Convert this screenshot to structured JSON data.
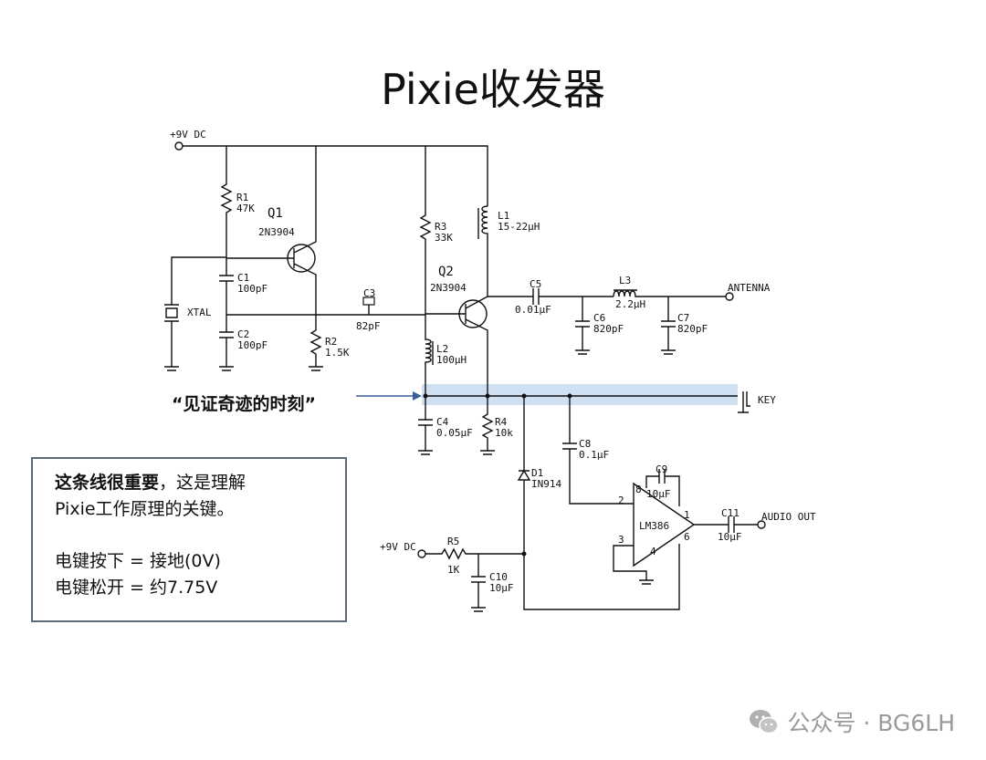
{
  "slide": {
    "title": "Pixie收发器"
  },
  "schematic": {
    "labels": {
      "vcc_top": "+9V DC",
      "r1": "R1",
      "r1_val": "47K",
      "q1": "Q1",
      "q1_part": "2N3904",
      "c1": "C1",
      "c1_val": "100pF",
      "c2": "C2",
      "c2_val": "100pF",
      "xtal": "XTAL",
      "r2": "R2",
      "r2_val": "1.5K",
      "c3": "C3",
      "c3_val": "82pF",
      "r3": "R3",
      "r3_val": "33K",
      "l1": "L1",
      "l1_val": "15-22μH",
      "q2": "Q2",
      "q2_part": "2N3904",
      "c5": "C5",
      "c5_val": "0.01μF",
      "l3": "L3",
      "l3_val": "2.2μH",
      "antenna": "ANTENNA",
      "c6": "C6",
      "c6_val": "820pF",
      "c7": "C7",
      "c7_val": "820pF",
      "l2": "L2",
      "l2_val": "100μH",
      "key": "KEY",
      "c4": "C4",
      "c4_val": "0.05μF",
      "r4": "R4",
      "r4_val": "10k",
      "c8": "C8",
      "c8_val": "0.1μF",
      "d1": "D1",
      "d1_part": "IN914",
      "c9": "C9",
      "c9_val": "10μF",
      "ic": "LM386",
      "pin2": "2",
      "pin3": "3",
      "pin8": "8",
      "pin1": "1",
      "pin4": "4",
      "pin6": "6",
      "c11": "C11",
      "c11_val": "10μF",
      "audio_out": "AUDIO OUT",
      "vcc_bottom": "+9V DC",
      "r5": "R5",
      "r5_val": "1K",
      "c10": "C10",
      "c10_val": "10μF"
    },
    "highlight_color": "#cfe0f3",
    "arrow_color": "#3a5f9a"
  },
  "callout": {
    "text": "“见证奇迹的时刻”"
  },
  "note": {
    "line1_bold": "这条线很重要",
    "line1_rest": "，这是理解",
    "line2": "Pixie工作原理的关键。",
    "line3": "电键按下 = 接地(0V)",
    "line4": "电键松开 = 约7.75V"
  },
  "footer": {
    "text": "公众号 · BG6LH",
    "icon": "wechat-icon"
  }
}
